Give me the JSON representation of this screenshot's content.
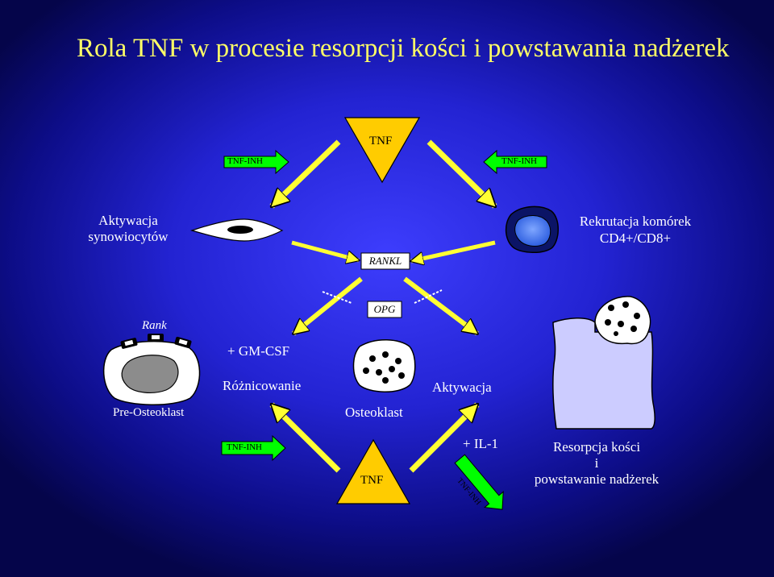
{
  "title": "Rola TNF w procesie resorpcji kości i powstawania nadżerek",
  "top": {
    "tnf_label": "TNF",
    "inhibitor_left": "TNF-INH",
    "inhibitor_right": "TNF-INH"
  },
  "synoviocytes": {
    "line1": "Aktywacja",
    "line2": "synowiocytów"
  },
  "recruitment": {
    "line1": "Rekrutacja komórek",
    "line2": "CD4+/CD8+"
  },
  "rankl": "RANKL",
  "opg": "OPG",
  "rank": "Rank",
  "gm_csf": "+ GM-CSF",
  "differentiation": "Różnicowanie",
  "activation": "Aktywacja",
  "preosteoclast": "Pre-Osteoklast",
  "osteoclast": "Osteoklast",
  "bottom": {
    "inhibitor_left": "TNF-INH",
    "tnf_label": "TNF",
    "il1": "+ IL-1",
    "inhibitor_rot": "TNF-INH"
  },
  "resorption": {
    "line1": "Resorpcja kości",
    "line2": "i",
    "line3": "powstawanie nadżerek"
  },
  "colors": {
    "title": "#ffff66",
    "triangle": "#ffcc00",
    "arrow_yellow": "#ffff33",
    "inhibitor_green": "#00ff00",
    "cell_blue": "#4a7dff",
    "bone": "#ccccff"
  }
}
